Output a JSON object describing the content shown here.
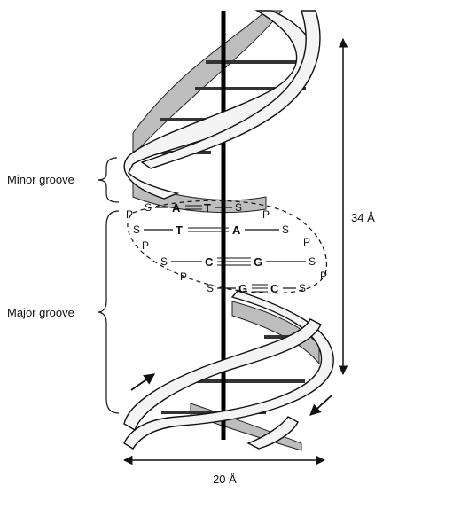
{
  "labels": {
    "minor_groove": "Minor groove",
    "major_groove": "Major groove",
    "pitch": "34 Å",
    "diameter": "20 Å"
  },
  "base_pairs": [
    {
      "left": "A",
      "right": "T"
    },
    {
      "left": "T",
      "right": "A"
    },
    {
      "left": "C",
      "right": "G"
    },
    {
      "left": "G",
      "right": "C"
    }
  ],
  "backbone": {
    "sugar": "S",
    "phosphate": "P"
  },
  "colors": {
    "ribbon_fill": "#f2f2f2",
    "ribbon_shade": "#b9b9b9",
    "axis": "#000000",
    "ink": "#111111"
  }
}
